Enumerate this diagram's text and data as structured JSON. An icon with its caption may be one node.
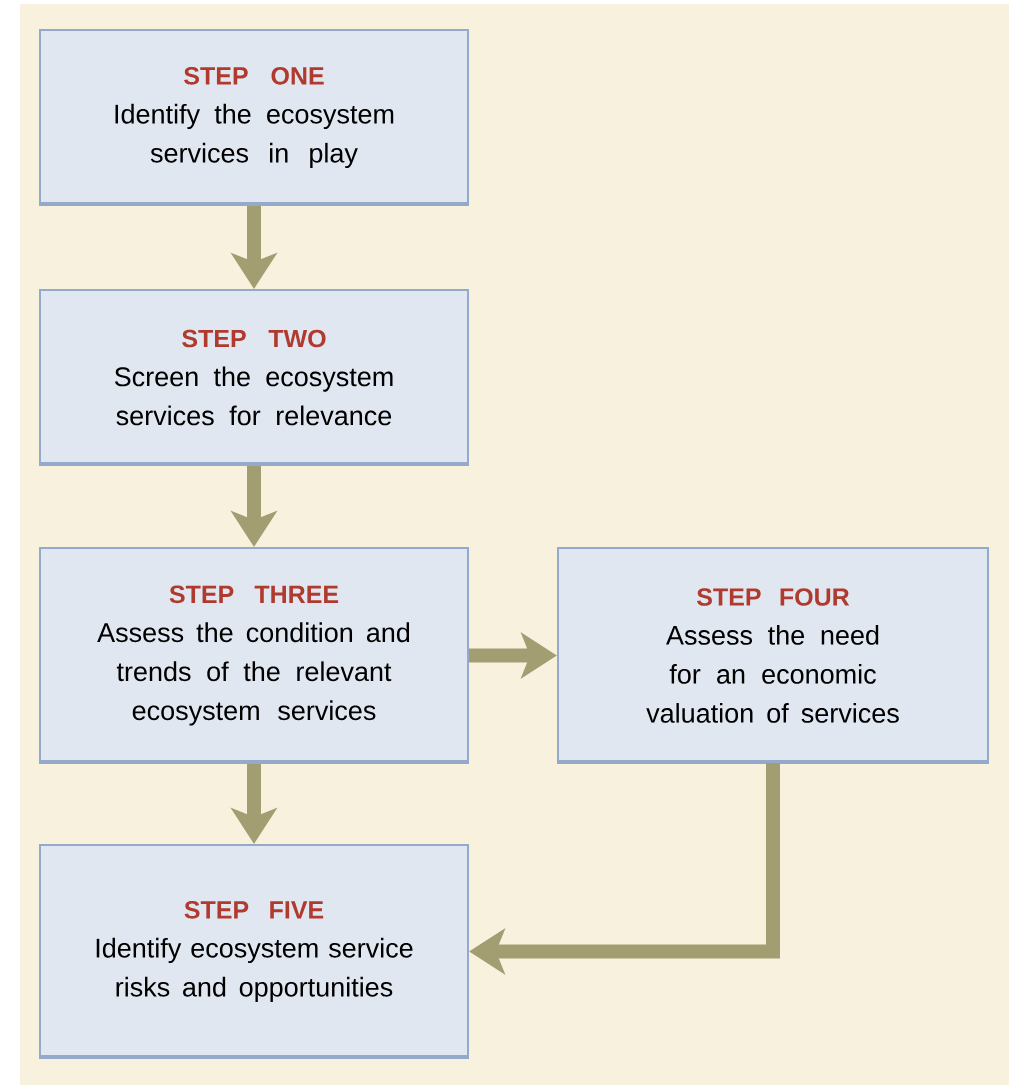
{
  "diagram": {
    "nodes": [
      {
        "text": [
          "STEP ONE",
          "Identify the ecosystem services in play"
        ]
      },
      {
        "text": [
          "STEP TWO",
          "Screen the ecosystem services for relevance"
        ]
      },
      {
        "text": [
          "STEP THREE",
          "Assess the condition and trends of the relevant ecosystem services"
        ]
      },
      {
        "text": [
          "STEP FOUR",
          "Assess the need for an economic valuation of services"
        ]
      },
      {
        "text": [
          "STEP FIVE",
          "Identify ecosystem service risks and opportunities"
        ]
      }
    ],
    "edges": [
      {
        "from": 0,
        "to": 1,
        "arrow": "to"
      },
      {
        "from": 1,
        "to": 2,
        "arrow": "to"
      },
      {
        "from": 2,
        "to": 3,
        "arrow": "to"
      },
      {
        "from": 2,
        "to": 4,
        "arrow": "to"
      },
      {
        "from": 3,
        "to": 4,
        "arrow": "to"
      }
    ]
  }
}
